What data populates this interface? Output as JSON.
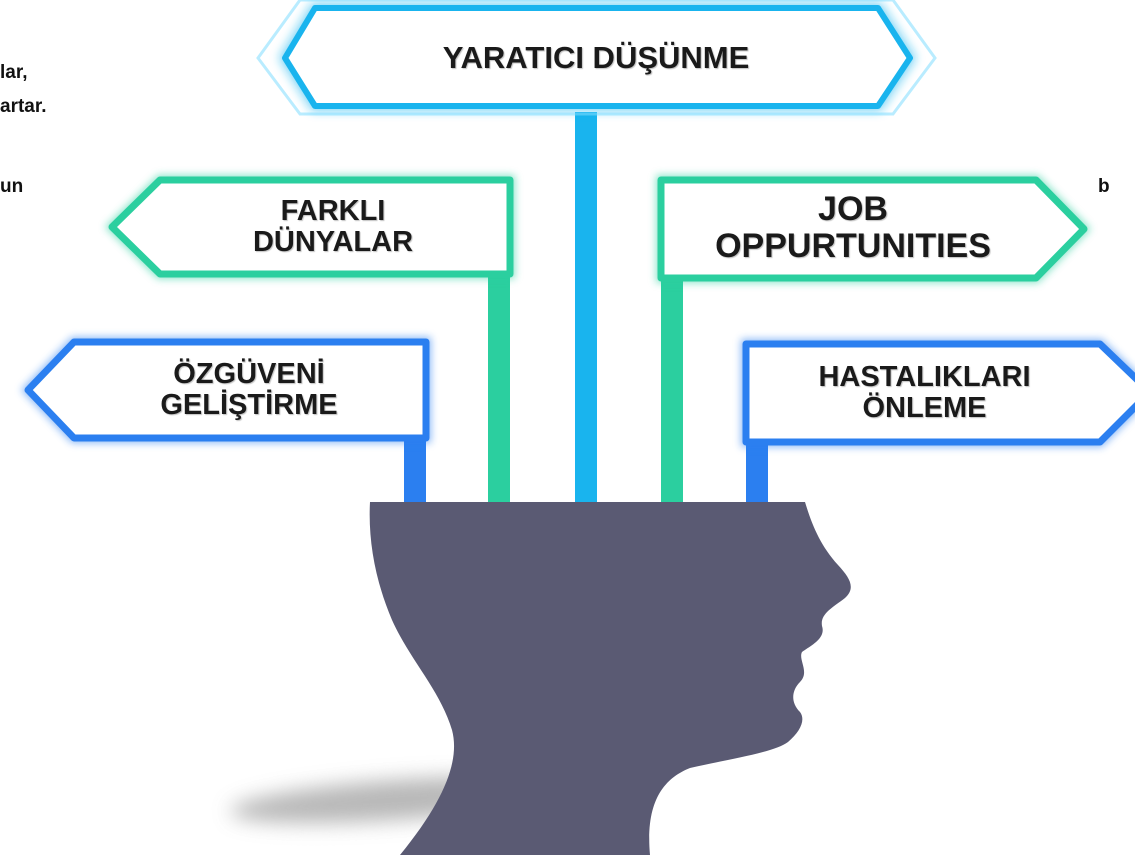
{
  "colors": {
    "cyan": "#19b4ee",
    "teal": "#2bcf9f",
    "blue": "#2b7ff0",
    "head": "#5a5a73",
    "shadow": "#999999"
  },
  "background_text": {
    "frag_1": "lar,",
    "frag_2": "artar.",
    "frag_3": "un",
    "frag_4": "b"
  },
  "signs": {
    "top": {
      "lines": [
        "YARATICI DÜŞÜNME"
      ]
    },
    "left_upper": {
      "lines": [
        "FARKLI",
        "DÜNYALAR"
      ]
    },
    "left_lower": {
      "lines": [
        "ÖZGÜVENİ",
        "GELİŞTİRME"
      ]
    },
    "right_upper": {
      "lines": [
        "JOB",
        "OPPURTUNITIES"
      ]
    },
    "right_lower": {
      "lines": [
        "HASTALIKLARI",
        "ÖNLEME"
      ]
    }
  }
}
